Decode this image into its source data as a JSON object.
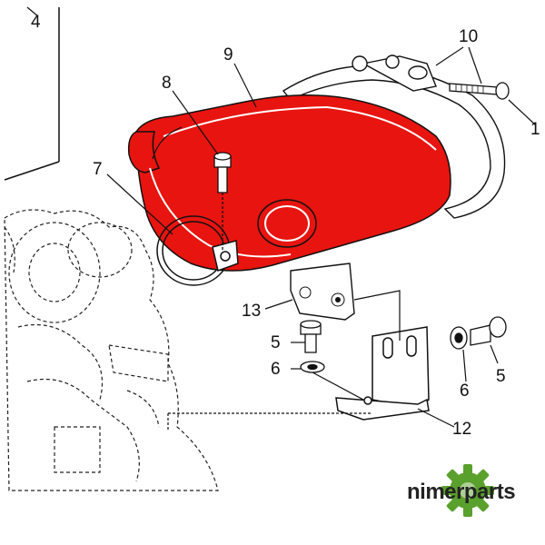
{
  "diagram": {
    "callouts": [
      {
        "id": "c4",
        "text": "4"
      },
      {
        "id": "c10",
        "text": "10"
      },
      {
        "id": "c9",
        "text": "9"
      },
      {
        "id": "c8",
        "text": "8"
      },
      {
        "id": "c1",
        "text": "1"
      },
      {
        "id": "c7",
        "text": "7"
      },
      {
        "id": "c13",
        "text": "13"
      },
      {
        "id": "c5a",
        "text": "5"
      },
      {
        "id": "c6a",
        "text": "6"
      },
      {
        "id": "c6b",
        "text": "6"
      },
      {
        "id": "c5b",
        "text": "5"
      },
      {
        "id": "c12",
        "text": "12"
      }
    ],
    "highlight_color": "#e8140f",
    "line_color": "#111111"
  },
  "brand": {
    "name": "nimerparts",
    "icon": "gear-icon",
    "icon_color": "#5aa02c"
  }
}
